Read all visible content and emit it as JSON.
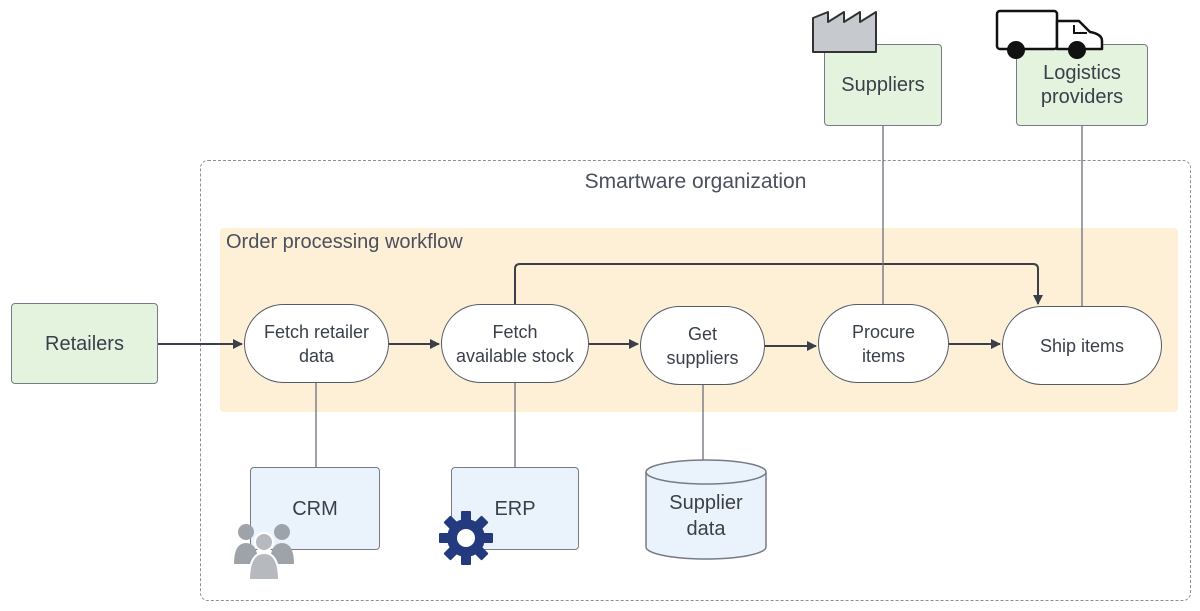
{
  "organization": {
    "title": "Smartware organization"
  },
  "workflow": {
    "title": "Order processing workflow",
    "steps": [
      {
        "label": "Fetch retailer\ndata"
      },
      {
        "label": "Fetch\navailable stock"
      },
      {
        "label": "Get\nsuppliers"
      },
      {
        "label": "Procure\nitems"
      },
      {
        "label": "Ship items"
      }
    ]
  },
  "external": {
    "retailers": "Retailers",
    "suppliers": "Suppliers",
    "logistics": "Logistics\nproviders"
  },
  "systems": {
    "crm": "CRM",
    "erp": "ERP",
    "supplier_data": "Supplier\ndata"
  },
  "icons": {
    "factory": "factory-icon",
    "truck": "truck-icon",
    "people": "people-icon",
    "gear": "gear-icon",
    "database": "database-icon"
  },
  "colors": {
    "external_fill": "#e3f3de",
    "system_fill": "#eaf2fc",
    "workflow_fill": "#fdf0d6",
    "gear": "#233a7e"
  }
}
